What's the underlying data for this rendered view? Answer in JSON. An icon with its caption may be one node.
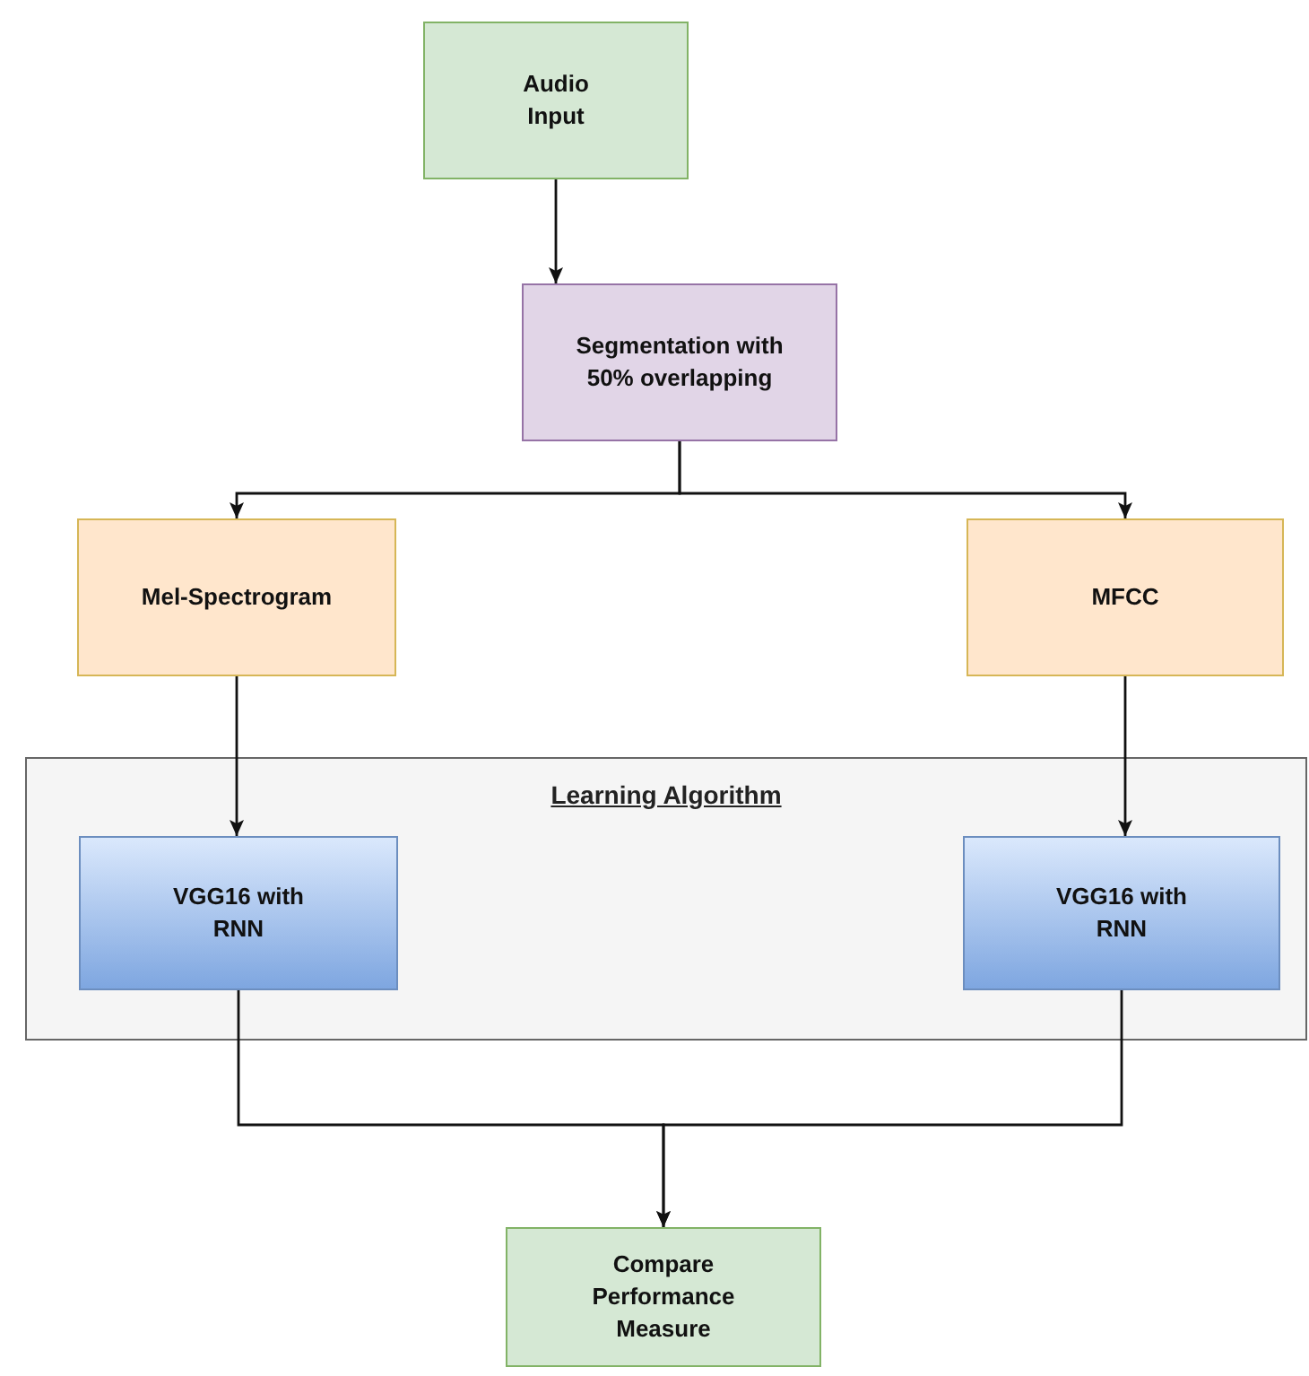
{
  "diagram": {
    "nodes": [
      {
        "text": [
          "Audio Input"
        ]
      },
      {
        "text": [
          "Segmentation with 50% overlapping"
        ]
      },
      {
        "text": [
          "Mel-Spectrogram"
        ]
      },
      {
        "text": [
          "MFCC"
        ]
      },
      {
        "text": [
          "Learning Algorithm"
        ]
      },
      {
        "text": [
          "VGG16 with RNN"
        ],
        "in": 4
      },
      {
        "text": [
          "VGG16 with RNN"
        ],
        "in": 4
      },
      {
        "text": [
          "Compare Performance Measure"
        ]
      }
    ],
    "edges": [
      {
        "from": 0,
        "to": 1,
        "arrow": "to"
      },
      {
        "from": 1,
        "to": 2,
        "arrow": "to"
      },
      {
        "from": 1,
        "to": 3,
        "arrow": "to"
      },
      {
        "from": 2,
        "to": 5,
        "arrow": "to"
      },
      {
        "from": 3,
        "to": 6,
        "arrow": "to"
      },
      {
        "from": 5,
        "to": 7,
        "arrow": "to"
      },
      {
        "from": 6,
        "to": 7,
        "arrow": "to"
      }
    ]
  }
}
